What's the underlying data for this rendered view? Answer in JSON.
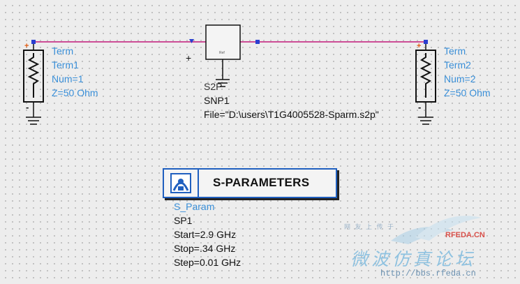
{
  "term_left": {
    "type": "Term",
    "instance": "Term1",
    "num": "Num=1",
    "impedance": "Z=50 Ohm"
  },
  "term_right": {
    "type": "Term",
    "instance": "Term2",
    "num": "Num=2",
    "impedance": "Z=50 Ohm"
  },
  "snp": {
    "type": "S2P",
    "instance": "SNP1",
    "file": "File=\"D:\\users\\T1G4005528-Sparm.s2p\""
  },
  "sparams": {
    "banner": "S-PARAMETERS",
    "type": "S_Param",
    "instance": "SP1",
    "start": "Start=2.9 GHz",
    "stop": "Stop=.34 GHz",
    "step": "Step=0.01 GHz"
  },
  "watermark": {
    "sub": "网 友 上 传 于",
    "site": "RFEDA.CN",
    "cn": "微波仿真论坛",
    "url": "http://bbs.rfeda.cn"
  },
  "colors": {
    "wire": "#c2187a",
    "label": "#3a8fd8",
    "component": "#111111",
    "banner_border": "#1f5fbf"
  }
}
